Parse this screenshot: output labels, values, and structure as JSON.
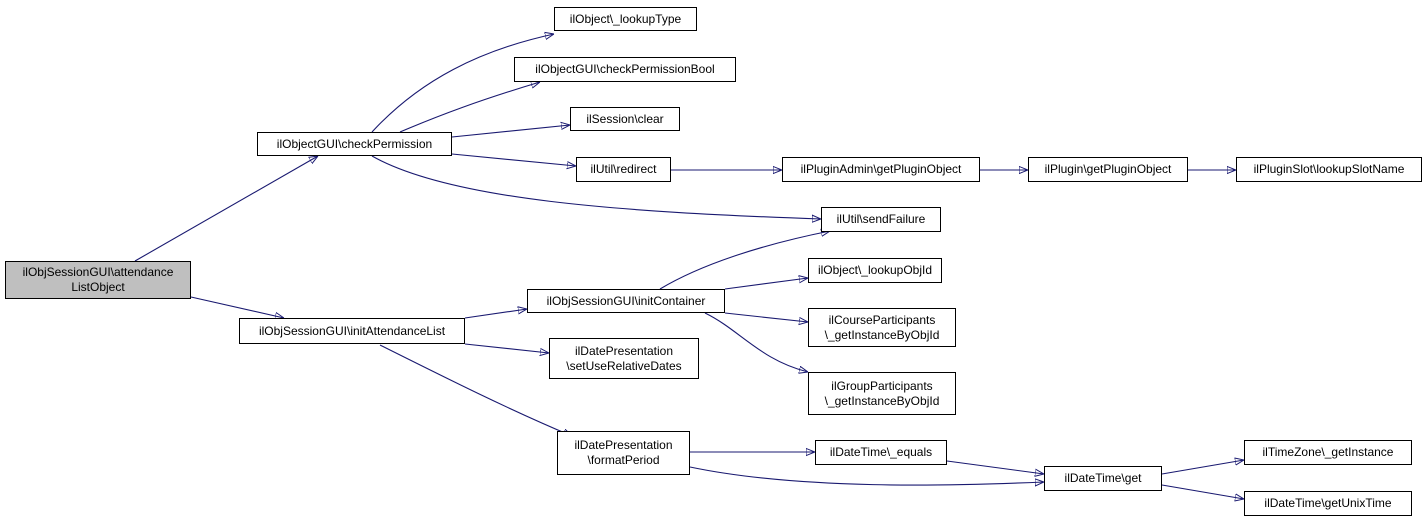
{
  "colors": {
    "edge": "#191970",
    "root_fill": "#bfbfbf",
    "node_fill": "#ffffff",
    "border": "#000000"
  },
  "nodes": {
    "n0": {
      "lines": [
        "ilObjSessionGUI\\attendance",
        "ListObject"
      ]
    },
    "n1": {
      "lines": [
        "ilObjectGUI\\checkPermission"
      ]
    },
    "n2": {
      "lines": [
        "ilObjSessionGUI\\initAttendanceList"
      ]
    },
    "n3": {
      "lines": [
        "ilObject\\_lookupType"
      ]
    },
    "n4": {
      "lines": [
        "ilObjectGUI\\checkPermissionBool"
      ]
    },
    "n5": {
      "lines": [
        "ilSession\\clear"
      ]
    },
    "n6": {
      "lines": [
        "ilUtil\\redirect"
      ]
    },
    "n7": {
      "lines": [
        "ilPluginAdmin\\getPluginObject"
      ]
    },
    "n8": {
      "lines": [
        "ilPlugin\\getPluginObject"
      ]
    },
    "n9": {
      "lines": [
        "ilPluginSlot\\lookupSlotName"
      ]
    },
    "n10": {
      "lines": [
        "ilUtil\\sendFailure"
      ]
    },
    "n11": {
      "lines": [
        "ilObjSessionGUI\\initContainer"
      ]
    },
    "n12": {
      "lines": [
        "ilObject\\_lookupObjId"
      ]
    },
    "n13": {
      "lines": [
        "ilCourseParticipants",
        "\\_getInstanceByObjId"
      ]
    },
    "n14": {
      "lines": [
        "ilGroupParticipants",
        "\\_getInstanceByObjId"
      ]
    },
    "n15": {
      "lines": [
        "ilDatePresentation",
        "\\setUseRelativeDates"
      ]
    },
    "n16": {
      "lines": [
        "ilDatePresentation",
        "\\formatPeriod"
      ]
    },
    "n17": {
      "lines": [
        "ilDateTime\\_equals"
      ]
    },
    "n18": {
      "lines": [
        "ilDateTime\\get"
      ]
    },
    "n19": {
      "lines": [
        "ilTimeZone\\_getInstance"
      ]
    },
    "n20": {
      "lines": [
        "ilDateTime\\getUnixTime"
      ]
    }
  },
  "edges": [
    [
      "n0",
      "n1"
    ],
    [
      "n0",
      "n2"
    ],
    [
      "n1",
      "n3"
    ],
    [
      "n1",
      "n4"
    ],
    [
      "n1",
      "n5"
    ],
    [
      "n1",
      "n6"
    ],
    [
      "n1",
      "n10"
    ],
    [
      "n6",
      "n7"
    ],
    [
      "n7",
      "n8"
    ],
    [
      "n8",
      "n9"
    ],
    [
      "n2",
      "n11"
    ],
    [
      "n2",
      "n15"
    ],
    [
      "n2",
      "n16"
    ],
    [
      "n11",
      "n10"
    ],
    [
      "n11",
      "n12"
    ],
    [
      "n11",
      "n13"
    ],
    [
      "n11",
      "n14"
    ],
    [
      "n16",
      "n17"
    ],
    [
      "n16",
      "n18"
    ],
    [
      "n17",
      "n18"
    ],
    [
      "n18",
      "n19"
    ],
    [
      "n18",
      "n20"
    ]
  ]
}
